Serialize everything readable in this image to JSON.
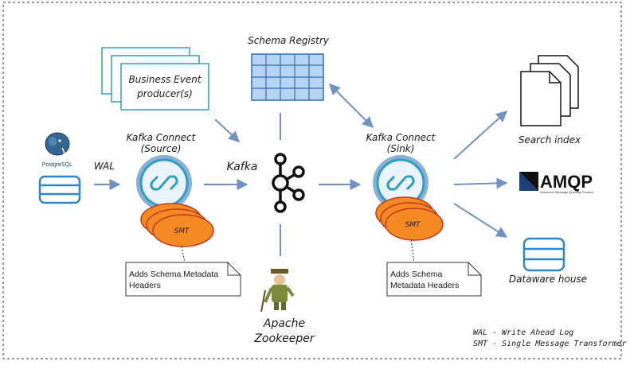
{
  "nodes": {
    "business_producer": "Business Event producer(s)",
    "schema_registry": "Schema Registry",
    "connect_source_title": "Kafka Connect",
    "connect_source_sub": "(Source)",
    "connect_sink_title": "Kafka Connect",
    "connect_sink_sub": "(Sink)",
    "kafka": "Kafka",
    "zookeeper_line1": "Apache",
    "zookeeper_line2": "Zookeeper",
    "postgres_logo": "PostgreSQL",
    "search_index": "Search index",
    "amqp_logo": "AMQP",
    "amqp_tagline": "Advanced Message Queuing Protocol",
    "dataware_house": "Dataware house",
    "smt_source": "SMT",
    "smt_sink": "SMT"
  },
  "edges": {
    "wal": "WAL"
  },
  "notes": {
    "source_line1": "Adds Schema Metadata",
    "source_line2": "Headers",
    "sink_line1": "Adds Schema",
    "sink_line2": "Metadata Headers"
  },
  "legend": {
    "wal": "WAL - Write Ahead Log",
    "smt": "SMT - Single Message Transformer"
  },
  "colors": {
    "connector_blue": "#8ab0d6",
    "smt_orange": "#f58a24",
    "db_blue": "#2f86c8",
    "table_blue": "#b7d3f3",
    "doc_blue": "#2f9fc4"
  }
}
